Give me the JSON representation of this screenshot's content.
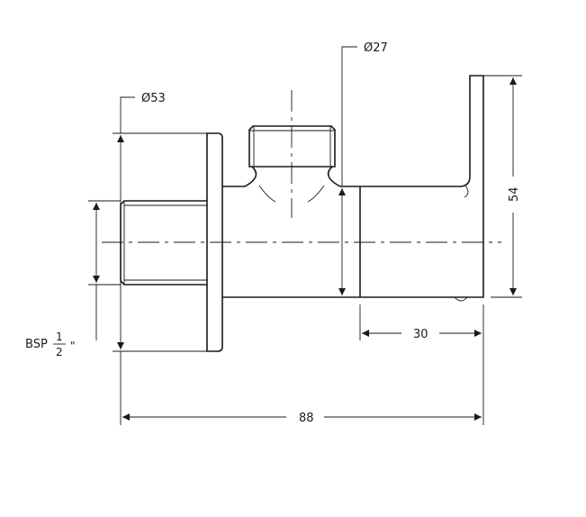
{
  "dimensions": {
    "flange_diameter": "Ø53",
    "outlet_diameter": "Ø27",
    "handle_height": "54",
    "handle_depth": "30",
    "overall_length": "88",
    "thread_label": "BSP",
    "thread_numerator": "1",
    "thread_denominator": "2",
    "thread_unit": "\""
  }
}
